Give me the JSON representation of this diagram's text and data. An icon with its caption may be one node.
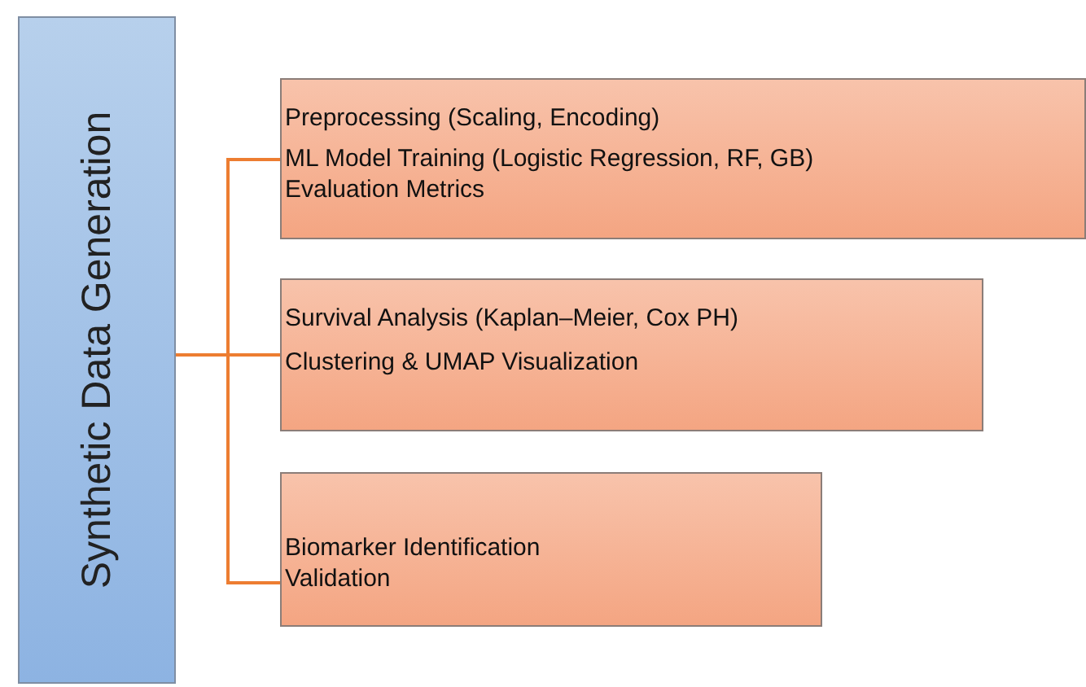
{
  "diagram": {
    "nodes": [
      {
        "text": [
          "Synthetic Data Generation"
        ]
      },
      {
        "text": [
          "Preprocessing (Scaling, Encoding)",
          "ML Model Training (Logistic Regression, RF, GB)",
          "Evaluation Metrics"
        ]
      },
      {
        "text": [
          "Survival Analysis (Kaplan–Meier, Cox PH)",
          "Clustering & UMAP Visualization"
        ]
      },
      {
        "text": [
          "Biomarker Identification",
          "Validation"
        ]
      }
    ],
    "edges": [
      {
        "from": 0,
        "to": 1,
        "arrow": "none"
      },
      {
        "from": 0,
        "to": 2,
        "arrow": "none"
      },
      {
        "from": 0,
        "to": 3,
        "arrow": "none"
      }
    ]
  }
}
